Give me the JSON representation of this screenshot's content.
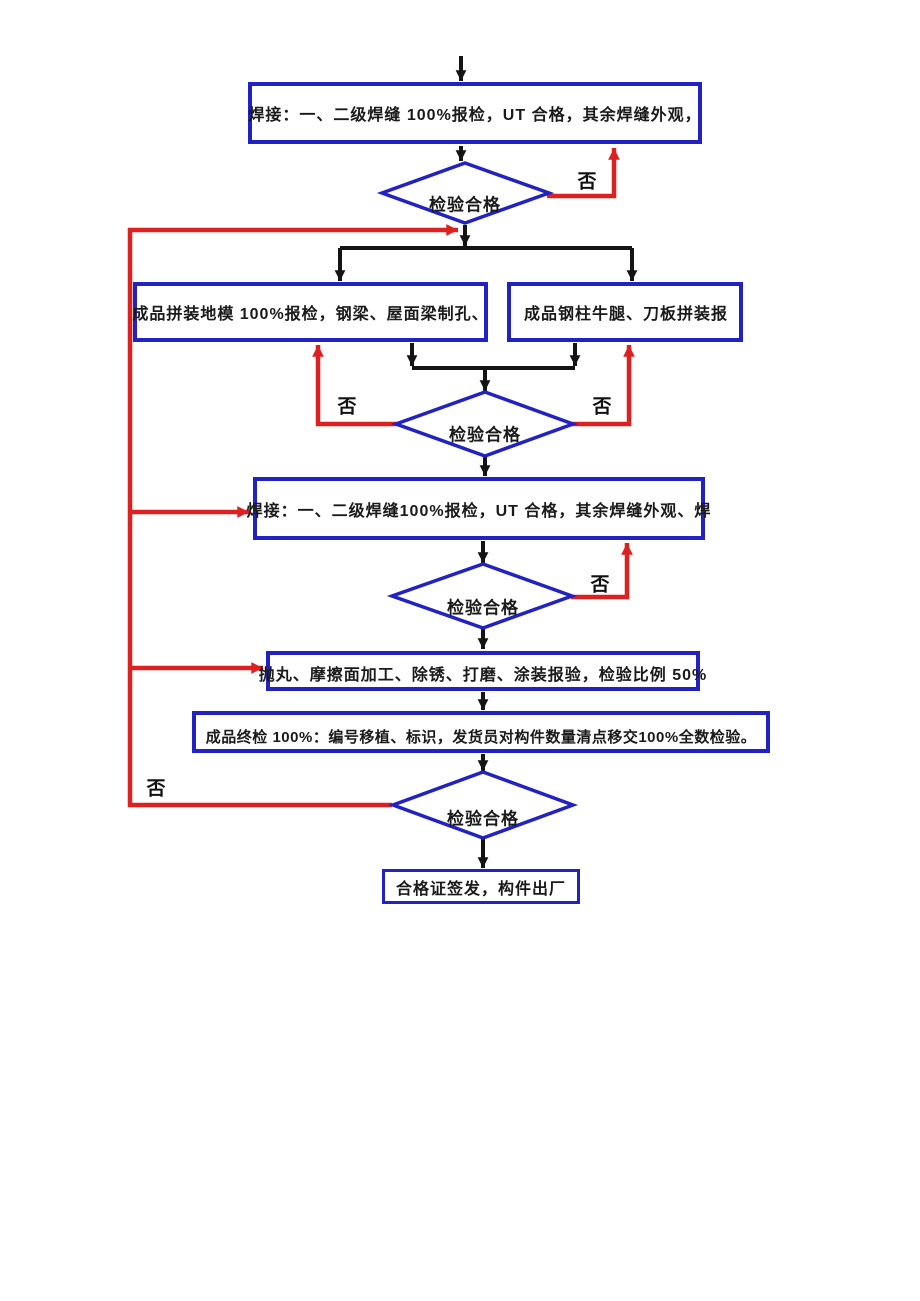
{
  "colors": {
    "shape_border_blue": "#2222c2",
    "connector_black": "#141414",
    "connector_red": "#dd2020",
    "text": "#1a1a1a",
    "background": "#ffffff"
  },
  "flowchart": {
    "boxes": [
      {
        "name": "weld-inspection-1",
        "label": "焊接：一、二级焊缝 100%报检，UT 合格，其余焊缝外观，"
      },
      {
        "name": "assembly-left",
        "label": "成品拼装地模 100%报检，钢梁、屋面梁制孔、"
      },
      {
        "name": "assembly-right",
        "label": "成品钢柱牛腿、刀板拼装报"
      },
      {
        "name": "weld-inspection-2",
        "label": "焊接：一、二级焊缝100%报检，UT 合格，其余焊缝外观、焊"
      },
      {
        "name": "surface-treatment",
        "label": "抛丸、摩擦面加工、除锈、打磨、涂装报验，检验比例 50%"
      },
      {
        "name": "final-inspection",
        "label": "成品终检 100%：编号移植、标识，发货员对构件数量清点移交100%全数检验。"
      },
      {
        "name": "certificate-issue",
        "label": "合格证签发，构件出厂"
      }
    ],
    "decisions": [
      {
        "name": "check-1",
        "label": "检验合格"
      },
      {
        "name": "check-2",
        "label": "检验合格"
      },
      {
        "name": "check-3",
        "label": "检验合格"
      },
      {
        "name": "check-4",
        "label": "检验合格"
      }
    ],
    "branch_labels": [
      {
        "name": "no-check1",
        "label": "否"
      },
      {
        "name": "no-check2-left",
        "label": "否"
      },
      {
        "name": "no-check2-right",
        "label": "否"
      },
      {
        "name": "no-check3",
        "label": "否"
      },
      {
        "name": "no-check4",
        "label": "否"
      }
    ]
  }
}
